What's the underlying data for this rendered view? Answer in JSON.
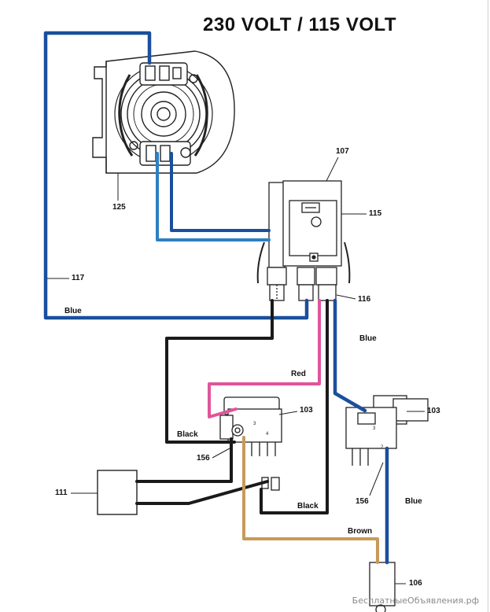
{
  "title": "230 VOLT / 115 VOLT",
  "parts": {
    "p125": "125",
    "p107": "107",
    "p115": "115",
    "p116": "116",
    "p117": "117",
    "p103a": "103",
    "p103b": "103",
    "p111": "111",
    "p156a": "156",
    "p156b": "156",
    "p106": "106"
  },
  "wires": {
    "blue_main": "Blue",
    "blue_right": "Blue",
    "blue_lower": "Blue",
    "red": "Red",
    "black_a": "Black",
    "black_b": "Black",
    "brown": "Brown"
  },
  "watermark": "БесплатныеОбъявления.рф",
  "colors": {
    "blue": "#1a4f9c",
    "light_blue": "#2e7fc2",
    "black": "#1a1a1a",
    "red": "#e0559a",
    "brown": "#c79a5a"
  }
}
